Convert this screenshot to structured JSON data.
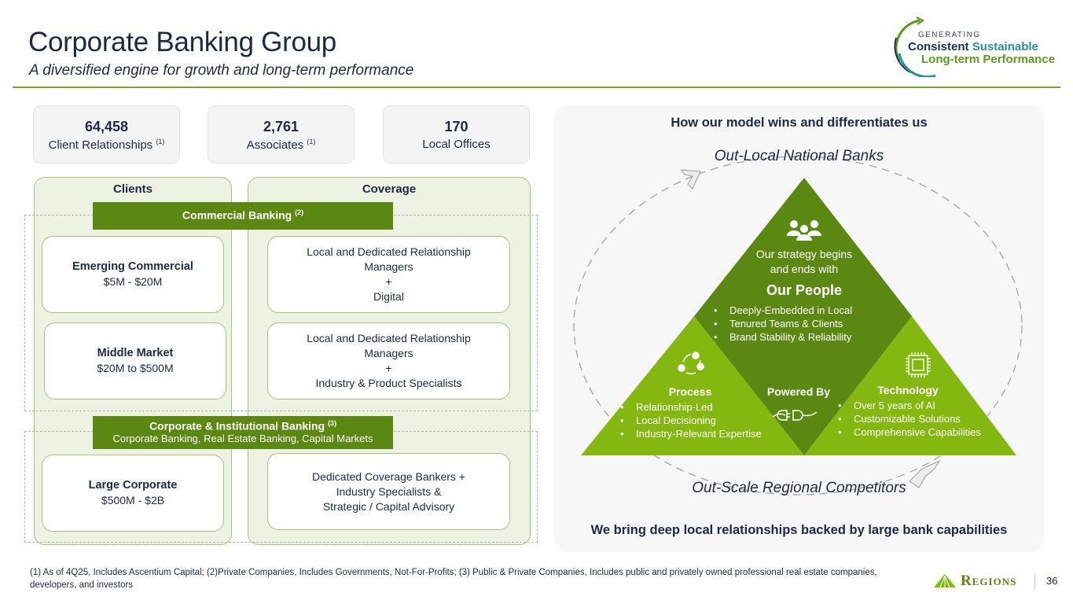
{
  "header": {
    "title": "Corporate Banking Group",
    "subtitle": "A diversified engine for growth and long-term performance"
  },
  "badge_logo": {
    "line0": "GENERATING",
    "line1_a": "Consistent",
    "line1_b": "Sustainable",
    "line2": "Long-term Performance"
  },
  "stats": [
    {
      "value": "64,458",
      "label": "Client Relationships",
      "note": "(1)"
    },
    {
      "value": "2,761",
      "label": "Associates",
      "note": "(1)"
    },
    {
      "value": "170",
      "label": "Local Offices",
      "note": ""
    }
  ],
  "columns": {
    "clients": "Clients",
    "coverage": "Coverage"
  },
  "segments": {
    "commercial": {
      "title": "Commercial Banking",
      "note": "(2)"
    },
    "corporate": {
      "title": "Corporate & Institutional Banking",
      "note": "(3)",
      "subtitle": "Corporate Banking, Real Estate Banking, Capital Markets"
    }
  },
  "client_cards": [
    {
      "name": "Emerging Commercial",
      "range": "$5M - $20M"
    },
    {
      "name": "Middle Market",
      "range": "$20M to $500M"
    },
    {
      "name": "Large Corporate",
      "range": "$500M - $2B"
    }
  ],
  "coverage_cards": [
    {
      "lines": [
        "Local and Dedicated Relationship",
        "Managers",
        "+",
        "Digital"
      ]
    },
    {
      "lines": [
        "Local and Dedicated Relationship",
        "Managers",
        "+",
        "Industry & Product Specialists"
      ]
    },
    {
      "lines": [
        "Dedicated Coverage Bankers +",
        "Industry Specialists &",
        "Strategic / Capital Advisory"
      ]
    }
  ],
  "model": {
    "title": "How our model wins and differentiates us",
    "top_label": "Out-Local National Banks",
    "bottom_label": "Out-Scale Regional Competitors",
    "tagline": "We bring deep local relationships backed by large bank capabilities",
    "people": {
      "intro_1": "Our strategy begins",
      "intro_2": "and ends with",
      "title": "Our People",
      "bullets": [
        "Deeply-Embedded in Local",
        "Tenured Teams & Clients",
        "Brand Stability & Reliability"
      ]
    },
    "process": {
      "title": "Process",
      "bullets": [
        "Relationship-Led",
        "Local Decisioning",
        "Industry-Relevant Expertise"
      ]
    },
    "powered_by": "Powered By",
    "technology": {
      "title": "Technology",
      "bullets": [
        "Over 5 years of AI",
        "Customizable Solutions",
        "Comprehensive Capabilities"
      ]
    },
    "colors": {
      "dark": "#5b8812",
      "light": "#84b70f"
    }
  },
  "footnote": "(1) As of 4Q25, Includes Ascentium Capital; (2)Private Companies, Includes Governments, Not-For-Profits; (3) Public & Private Companies, Includes public and privately owned professional real estate companies, developers, and investors",
  "footer": {
    "brand": "Regions",
    "page": "36"
  }
}
